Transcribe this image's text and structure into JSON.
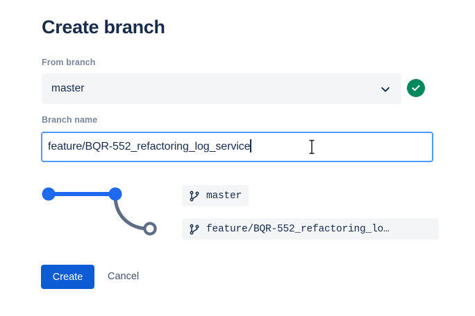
{
  "dialog": {
    "title": "Create branch"
  },
  "from_branch": {
    "label": "From branch",
    "value": "master",
    "chevron_icon": "chevron-down-icon",
    "valid_icon": "check-circle-icon",
    "valid_color": "#00875A"
  },
  "branch_name": {
    "label": "Branch name",
    "value": "feature/BQR-552_refactoring_log_service",
    "placeholder": "",
    "focus_border_color": "#4C9AFF"
  },
  "graph": {
    "commit_color": "#1D6AF0",
    "branch_color": "#5E6C84",
    "nodes": [
      {
        "name": "commit-node-1",
        "filled": true
      },
      {
        "name": "commit-node-2",
        "filled": true
      },
      {
        "name": "new-branch-node",
        "filled": false
      }
    ]
  },
  "branch_chips": [
    {
      "icon": "git-branch-icon",
      "label": "master"
    },
    {
      "icon": "git-branch-icon",
      "label": "feature/BQR-552_refactoring_lo…"
    }
  ],
  "actions": {
    "create_label": "Create",
    "cancel_label": "Cancel",
    "create_color": "#0B5CD5"
  },
  "cursor": {
    "type": "text-ibeam-cursor"
  }
}
